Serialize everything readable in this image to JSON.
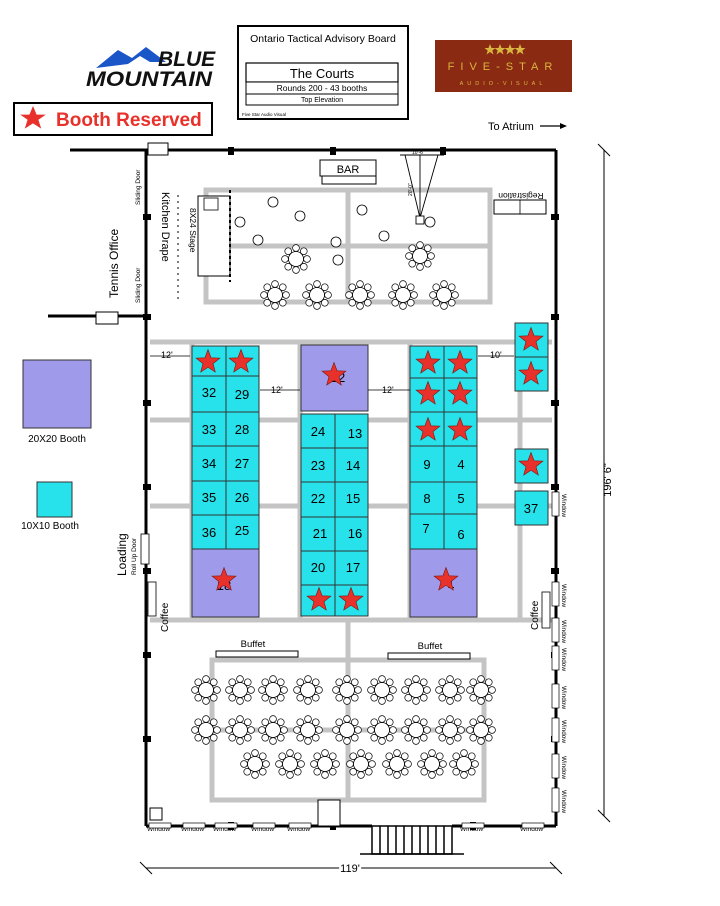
{
  "header": {
    "brand_line1": "BLUE",
    "brand_line2": "MOUNTAIN",
    "legend_reserved": "Booth Reserved",
    "info_title": "Ontario Tactical Advisory Board",
    "info_name": "The Courts",
    "info_rounds": "Rounds 200 - 43 booths",
    "info_elevation": "Top Elevation",
    "info_footer": "Five Star Audio Visual",
    "fivestar_name": "FIVE-STAR",
    "fivestar_tag": "AUDIO-VISUAL",
    "to_atrium": "To Atrium"
  },
  "legend": {
    "large_booth": "20X20 Booth",
    "small_booth": "10X10 Booth",
    "large_color": "#9f9bea",
    "small_color": "#27e2ea",
    "reserved_color": "#e8312a"
  },
  "labels": {
    "bar": "BAR",
    "registration": "Registration",
    "stage": "8X24 Stage",
    "kitchen_drape": "Kitchen Drape",
    "tennis_office": "Tennis Office",
    "sliding_door": "Sliding Door",
    "loading": "Loading",
    "roll_up_door": "Roll Up Door",
    "coffee": "Coffee",
    "buffet": "Buffet",
    "window": "Window",
    "dim_12": "12'",
    "dim_10": "10'",
    "dim_10_6": "10'-6\"",
    "dim_20": "20'-0\"",
    "dim_height": "196' 6\"",
    "dim_width": "119'"
  },
  "booths": {
    "left_column": [
      "32",
      "29",
      "33",
      "28",
      "34",
      "27",
      "35",
      "26",
      "36",
      "25"
    ],
    "middle_column": [
      "24",
      "13",
      "23",
      "14",
      "22",
      "15",
      "21",
      "16",
      "20",
      "17"
    ],
    "right_column": [
      "9",
      "4",
      "8",
      "5",
      "7",
      "6"
    ],
    "side_booth": "37",
    "big_top_label": "12",
    "big_left_label": "18",
    "big_right_label": "1"
  }
}
